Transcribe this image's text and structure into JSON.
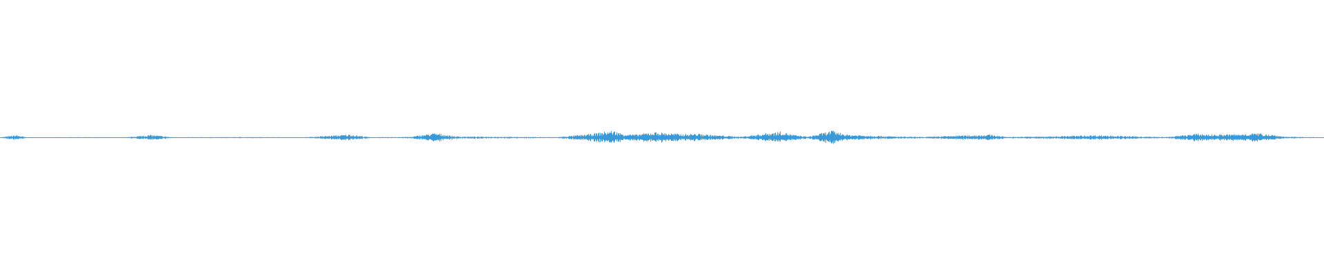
{
  "waveform": {
    "color": "#3a9ad9",
    "background": "#ffffff",
    "amplitude_scale": 1.0,
    "segments": [
      {
        "t": 0.0,
        "a": 0.03
      },
      {
        "t": 0.012,
        "a": 0.25
      },
      {
        "t": 0.02,
        "a": 0.03
      },
      {
        "t": 0.06,
        "a": 0.05
      },
      {
        "t": 0.095,
        "a": 0.04
      },
      {
        "t": 0.114,
        "a": 0.28
      },
      {
        "t": 0.13,
        "a": 0.04
      },
      {
        "t": 0.185,
        "a": 0.06
      },
      {
        "t": 0.23,
        "a": 0.04
      },
      {
        "t": 0.264,
        "a": 0.32
      },
      {
        "t": 0.28,
        "a": 0.04
      },
      {
        "t": 0.31,
        "a": 0.08
      },
      {
        "t": 0.328,
        "a": 0.45
      },
      {
        "t": 0.345,
        "a": 0.12
      },
      {
        "t": 0.37,
        "a": 0.1
      },
      {
        "t": 0.39,
        "a": 0.08
      },
      {
        "t": 0.42,
        "a": 0.05
      },
      {
        "t": 0.445,
        "a": 0.35
      },
      {
        "t": 0.455,
        "a": 0.55
      },
      {
        "t": 0.462,
        "a": 0.7
      },
      {
        "t": 0.47,
        "a": 0.4
      },
      {
        "t": 0.48,
        "a": 0.3
      },
      {
        "t": 0.487,
        "a": 0.45
      },
      {
        "t": 0.495,
        "a": 0.55
      },
      {
        "t": 0.505,
        "a": 0.45
      },
      {
        "t": 0.515,
        "a": 0.35
      },
      {
        "t": 0.525,
        "a": 0.4
      },
      {
        "t": 0.54,
        "a": 0.25
      },
      {
        "t": 0.56,
        "a": 0.1
      },
      {
        "t": 0.582,
        "a": 0.5
      },
      {
        "t": 0.59,
        "a": 0.6
      },
      {
        "t": 0.598,
        "a": 0.3
      },
      {
        "t": 0.61,
        "a": 0.1
      },
      {
        "t": 0.628,
        "a": 0.7
      },
      {
        "t": 0.64,
        "a": 0.3
      },
      {
        "t": 0.66,
        "a": 0.2
      },
      {
        "t": 0.68,
        "a": 0.1
      },
      {
        "t": 0.7,
        "a": 0.08
      },
      {
        "t": 0.72,
        "a": 0.2
      },
      {
        "t": 0.735,
        "a": 0.25
      },
      {
        "t": 0.748,
        "a": 0.3
      },
      {
        "t": 0.76,
        "a": 0.08
      },
      {
        "t": 0.79,
        "a": 0.12
      },
      {
        "t": 0.83,
        "a": 0.25
      },
      {
        "t": 0.85,
        "a": 0.15
      },
      {
        "t": 0.88,
        "a": 0.06
      },
      {
        "t": 0.905,
        "a": 0.4
      },
      {
        "t": 0.915,
        "a": 0.3
      },
      {
        "t": 0.935,
        "a": 0.35
      },
      {
        "t": 0.945,
        "a": 0.45
      },
      {
        "t": 0.958,
        "a": 0.35
      },
      {
        "t": 0.97,
        "a": 0.1
      },
      {
        "t": 1.0,
        "a": 0.03
      }
    ]
  }
}
